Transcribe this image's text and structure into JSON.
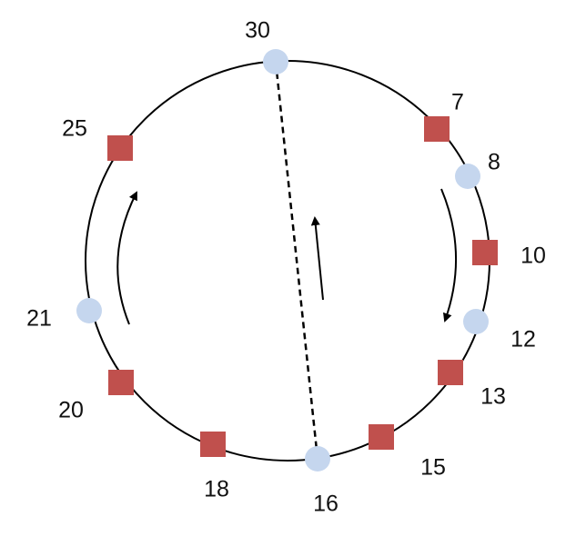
{
  "colors": {
    "circle_node": "#c5d6ee",
    "square_node": "#c0504d",
    "ring": "#000000"
  },
  "nodes": [
    {
      "label": "30",
      "shape": "circle"
    },
    {
      "label": "7",
      "shape": "square"
    },
    {
      "label": "8",
      "shape": "circle"
    },
    {
      "label": "10",
      "shape": "square"
    },
    {
      "label": "12",
      "shape": "circle"
    },
    {
      "label": "13",
      "shape": "square"
    },
    {
      "label": "15",
      "shape": "square"
    },
    {
      "label": "16",
      "shape": "circle"
    },
    {
      "label": "18",
      "shape": "square"
    },
    {
      "label": "20",
      "shape": "square"
    },
    {
      "label": "21",
      "shape": "circle"
    },
    {
      "label": "25",
      "shape": "square"
    }
  ],
  "chord": {
    "from": "30",
    "to": "16",
    "style": "dashed"
  }
}
